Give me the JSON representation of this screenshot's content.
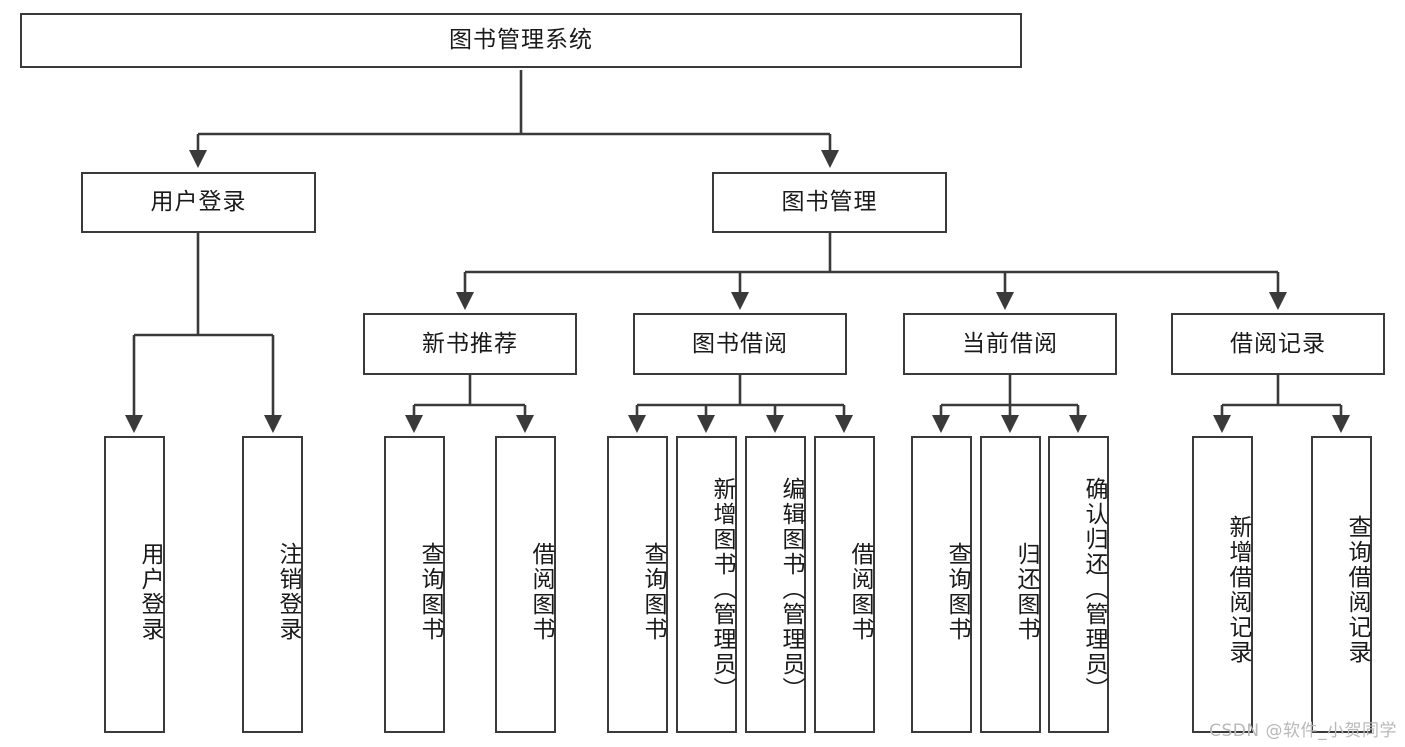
{
  "diagram": {
    "title": "图书管理系统",
    "root": {
      "label": "图书管理系统"
    },
    "level1": [
      {
        "label": "用户登录"
      },
      {
        "label": "图书管理"
      }
    ],
    "level2": [
      {
        "label": "新书推荐"
      },
      {
        "label": "图书借阅"
      },
      {
        "label": "当前借阅"
      },
      {
        "label": "借阅记录"
      }
    ],
    "leaves": {
      "user_login": [
        {
          "label": "用户登录"
        },
        {
          "label": "注销登录"
        }
      ],
      "new_book": [
        {
          "label": "查询图书"
        },
        {
          "label": "借阅图书"
        }
      ],
      "book_borrow": [
        {
          "label": "查询图书"
        },
        {
          "label": "新增图书（管理员）"
        },
        {
          "label": "编辑图书（管理员）"
        },
        {
          "label": "借阅图书"
        }
      ],
      "current_borrow": [
        {
          "label": "查询图书"
        },
        {
          "label": "归还图书"
        },
        {
          "label": "确认归还（管理员）"
        }
      ],
      "borrow_record": [
        {
          "label": "新增借阅记录"
        },
        {
          "label": "查询借阅记录"
        }
      ]
    }
  },
  "watermark": {
    "text": "CSDN @软件_小贺同学"
  },
  "colors": {
    "stroke": "#3a3a3a",
    "text": "#1a1a1a",
    "background": "#ffffff",
    "watermark": "#b9b9b9"
  }
}
